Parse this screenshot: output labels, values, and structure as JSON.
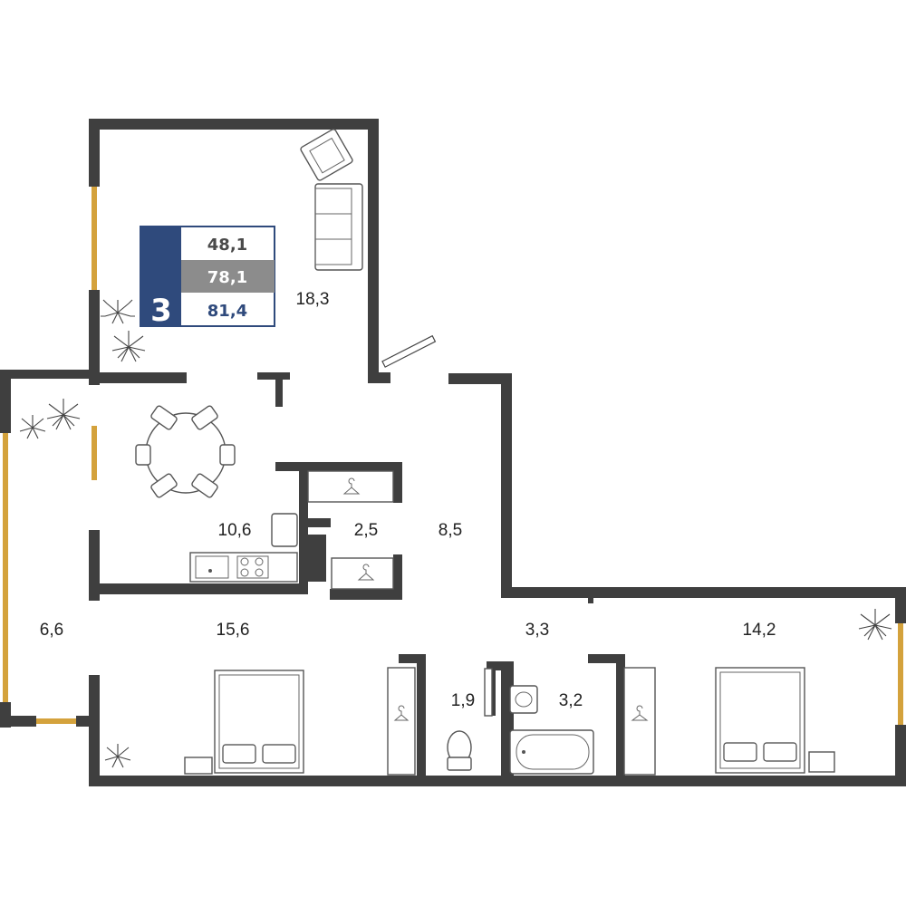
{
  "summary": {
    "rooms_count": "3",
    "living_area": "48,1",
    "total_area": "78,1",
    "total_area_with_balcony": "81,4",
    "colors": {
      "accent_dark": "#2f4a7c",
      "gray": "#8c8c8c",
      "value_dark": "#4a4a4a",
      "value_blue": "#2f4a7c"
    }
  },
  "rooms": {
    "living_room": "18,3",
    "dining": "10,6",
    "wardrobe": "2,5",
    "hall": "8,5",
    "balcony": "6,6",
    "bedroom_left": "15,6",
    "corridor": "3,3",
    "bedroom_right": "14,2",
    "wc": "1,9",
    "bathroom": "3,2"
  },
  "colors": {
    "wall": "#3f3f3f",
    "window": "#d4a23c"
  }
}
